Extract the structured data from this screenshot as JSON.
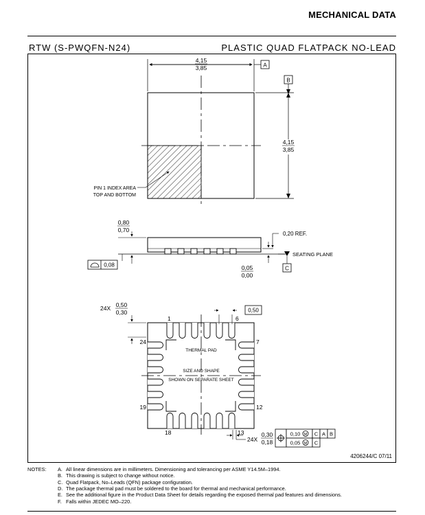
{
  "header": {
    "section_title": "MECHANICAL DATA"
  },
  "package": {
    "code": "RTW (S-PWQFN-N24)",
    "description": "PLASTIC QUAD FLATPACK NO-LEAD"
  },
  "top_view": {
    "width_max": "4,15",
    "width_min": "3,85",
    "height_max": "4,15",
    "height_min": "3,85",
    "datum_a": "A",
    "datum_b": "B",
    "pin1_label_1": "PIN 1 INDEX AREA",
    "pin1_label_2": "TOP AND BOTTOM"
  },
  "side_view": {
    "thickness_max": "0,80",
    "thickness_min": "0,70",
    "ref": "0,20 REF.",
    "seating_plane": "SEATING PLANE",
    "flatness": "0,08",
    "standoff_max": "0,05",
    "standoff_min": "0,00",
    "datum_c": "C"
  },
  "bottom_view": {
    "lead_len_prefix": "24X",
    "lead_len_max": "0,50",
    "lead_len_min": "0,30",
    "pitch": "0,50",
    "pin_1": "1",
    "pin_6": "6",
    "pin_7": "7",
    "pin_12": "12",
    "pin_13": "13",
    "pin_18": "18",
    "pin_19": "19",
    "pin_24": "24",
    "thermal_pad": "THERMAL PAD",
    "size_shape_1": "SIZE AND SHAPE",
    "size_shape_2": "SHOWN ON SEPARATE SHEET",
    "lead_w_prefix": "24X",
    "lead_w_max": "0,30",
    "lead_w_min": "0,18",
    "tol_1_value": "0,10",
    "tol_1_mod": "M",
    "tol_1_ref1": "C",
    "tol_1_ref2": "A",
    "tol_1_ref3": "B",
    "tol_2_value": "0,05",
    "tol_2_mod": "M",
    "tol_2_ref1": "C"
  },
  "drawing_number": "4206244/C  07/11",
  "notes": {
    "label": "NOTES:",
    "items": [
      {
        "key": "A.",
        "text": "All linear dimensions are in millimeters. Dimensioning and tolerancing per ASME Y14.5M–1994."
      },
      {
        "key": "B.",
        "text": "This drawing is subject to change without notice."
      },
      {
        "key": "C.",
        "text": "Quad Flatpack, No–Leads (QFN) package configuration."
      },
      {
        "key": "D.",
        "text": "The package thermal pad must be soldered to the board for thermal and mechanical performance."
      },
      {
        "key": "E.",
        "text": "See the additional figure in the Product Data Sheet for details regarding the exposed thermal pad features and dimensions."
      },
      {
        "key": "F.",
        "text": "Falls within JEDEC MO–220."
      }
    ]
  }
}
